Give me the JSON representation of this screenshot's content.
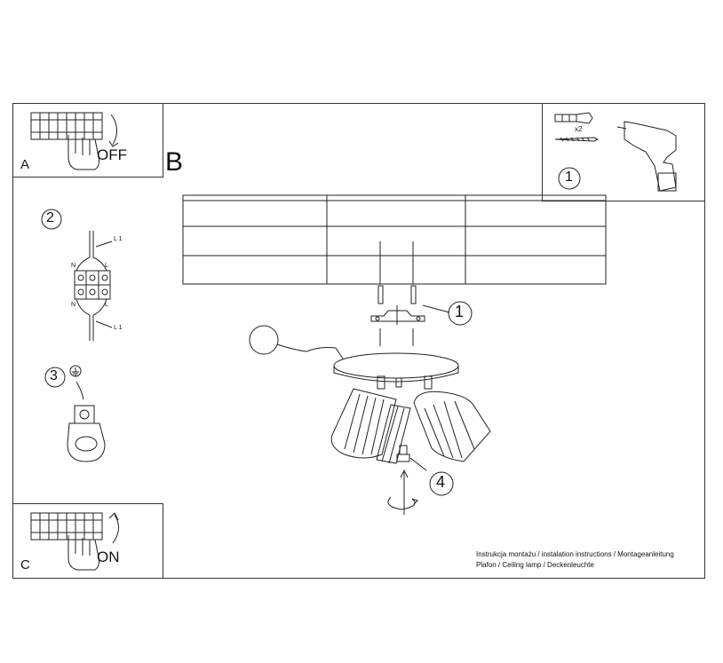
{
  "panels": {
    "a": {
      "letter": "A",
      "label": "OFF"
    },
    "c": {
      "letter": "C",
      "label": "ON"
    }
  },
  "main_letter": "B",
  "steps": {
    "wiring": "2",
    "ground": "3",
    "mount": "1",
    "bracket": "1",
    "screw": "4"
  },
  "wires": {
    "l1_top": "L 1",
    "l_top": "L",
    "n_top": "N",
    "n_bottom": "N",
    "l_bottom": "L",
    "l1_bottom": "L 1"
  },
  "kit": {
    "quantity": "x2"
  },
  "footer": {
    "line1": "Instrukcja montażu / instalation instructions / Montageanleitung",
    "line2": "Plafon / Ceiling lamp / Deckenleuchte"
  }
}
